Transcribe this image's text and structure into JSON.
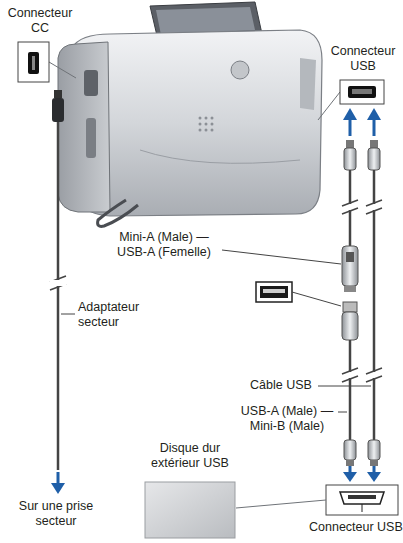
{
  "diagram": {
    "labels": [
      "Connecteur CC",
      "Connecteur USB",
      "Mini-A (Male) — USB-A (Femelle)",
      "Adaptateur secteur",
      "Câble USB",
      "USB-A (Male) — Mini-B (Male)",
      "Sur une prise secteur",
      "Disque dur extérieur USB",
      "Connecteur USB"
    ]
  }
}
